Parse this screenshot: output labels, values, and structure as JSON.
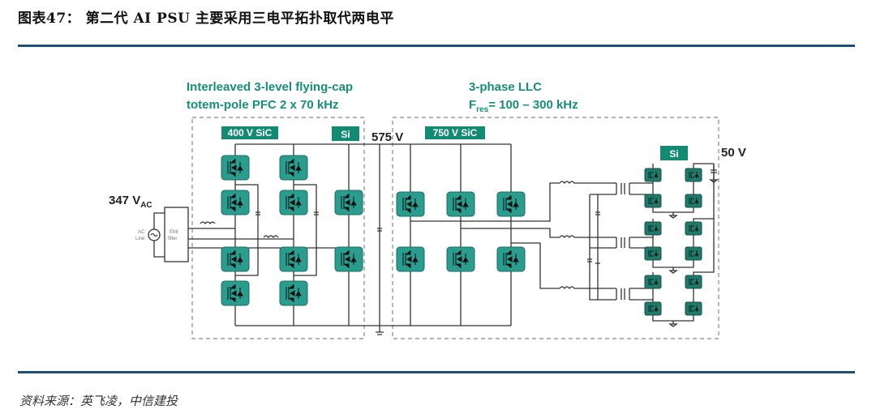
{
  "figure": {
    "title": "图表47：  第二代 AI PSU 主要采用三电平拓扑取代两电平",
    "source": "资料来源：英飞凌，中信建投"
  },
  "diagram": {
    "pfc_stage": {
      "title_line1": "Interleaved 3-level flying-cap",
      "title_line2": "totem-pole PFC 2 x 70 kHz",
      "badge_sic": "400 V SiC",
      "badge_si": "Si"
    },
    "llc_stage": {
      "title_line1": "3-phase LLC",
      "title_line2_prefix": "F",
      "title_line2_sub": "res",
      "title_line2_suffix": "= 100 – 300 kHz",
      "badge_sic": "750 V SiC",
      "badge_si": "Si"
    },
    "input": {
      "voltage": "347 V",
      "voltage_sub": "AC",
      "ac_line_1": "AC",
      "ac_line_2": "Line",
      "emi_1": "EMI",
      "emi_2": "filter"
    },
    "bus_voltage": "575 V",
    "output_voltage": "50 V",
    "colors": {
      "accent_teal": "#2a9d8f",
      "badge_green": "#138a72",
      "rule_blue": "#1f4e79"
    }
  }
}
